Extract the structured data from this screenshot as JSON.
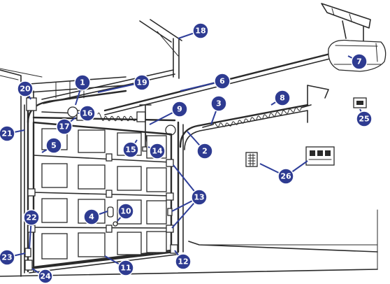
{
  "diagram": {
    "callouts": [
      {
        "num": "1",
        "target": "bottom-left"
      },
      {
        "num": "2",
        "target": "top-left"
      },
      {
        "num": "3",
        "target": "bottom-left"
      },
      {
        "num": "4",
        "target": "right"
      },
      {
        "num": "5",
        "target": "left"
      },
      {
        "num": "6",
        "target": "left"
      },
      {
        "num": "7",
        "target": "left"
      },
      {
        "num": "8",
        "target": "left"
      },
      {
        "num": "9",
        "target": "left"
      },
      {
        "num": "10",
        "target": "left"
      },
      {
        "num": "11",
        "target": "left"
      },
      {
        "num": "12",
        "target": "left"
      },
      {
        "num": "13",
        "target": "left"
      },
      {
        "num": "14",
        "target": "left"
      },
      {
        "num": "15",
        "target": "top"
      },
      {
        "num": "16",
        "target": "left"
      },
      {
        "num": "17",
        "target": "right"
      },
      {
        "num": "18",
        "target": "left"
      },
      {
        "num": "19",
        "target": "left"
      },
      {
        "num": "20",
        "target": "right"
      },
      {
        "num": "21",
        "target": "right"
      },
      {
        "num": "22",
        "target": "bottom"
      },
      {
        "num": "23",
        "target": "right"
      },
      {
        "num": "24",
        "target": "top"
      },
      {
        "num": "25",
        "target": "top"
      },
      {
        "num": "26",
        "target": "sides"
      }
    ]
  },
  "colors": {
    "badge": "#2e3b91",
    "callout_line": "#2f3f9a",
    "line_art": "#2a2a2a",
    "background": "#ffffff"
  }
}
